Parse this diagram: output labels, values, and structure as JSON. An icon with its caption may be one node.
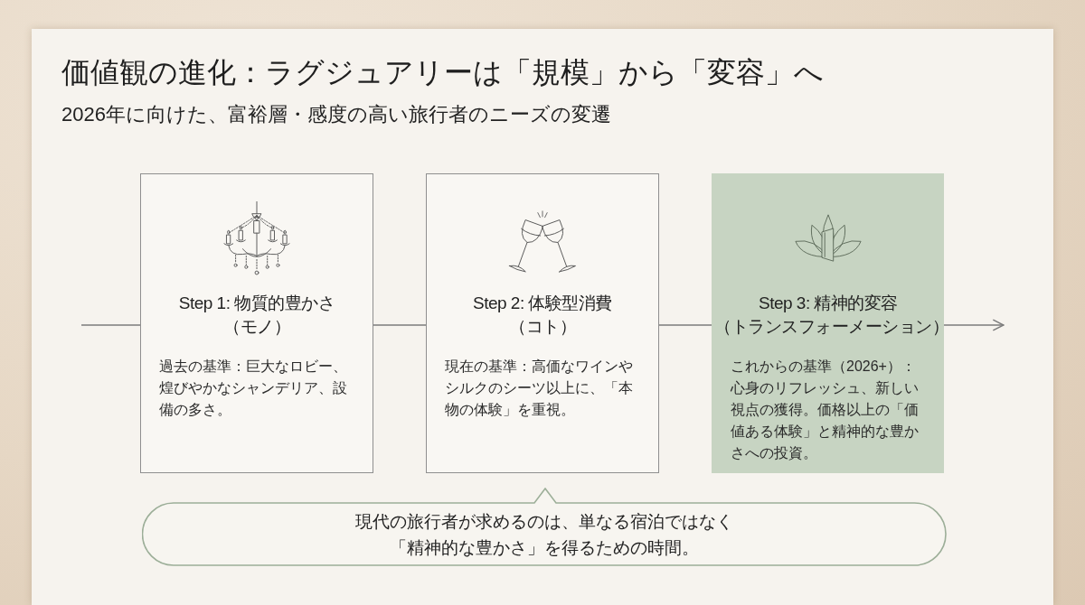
{
  "diagram": {
    "title": "価値観の進化：ラグジュアリーは「規模」から「変容」へ",
    "nodes": [
      {
        "text": [
          "Step 1: 物質的豊かさ（モノ）",
          "過去の基準：巨大なロビー、煌びやかなシャンデリア、設備の多さ。"
        ]
      },
      {
        "text": [
          "Step 2: 体験型消費（コト）",
          "現在の基準：高価なワインやシルクのシーツ以上に、「本物の体験」を重視。"
        ]
      },
      {
        "text": [
          "Step 3: 精神的変容（トランスフォーメーション）",
          "これからの基準（2026+）：心身のリフレッシュ、新しい視点の獲得。価格以上の「価値ある体験」と精神的な豊かさへの投資。"
        ]
      },
      {
        "text": [
          "現代の旅行者が求めるのは、単なる宿泊ではなく「精神的な豊かさ」を得るための時間。"
        ]
      }
    ],
    "edges": [
      {
        "from": null,
        "to": 0,
        "arrow": "none"
      },
      {
        "from": 0,
        "to": 1,
        "arrow": "none"
      },
      {
        "from": 1,
        "to": 2,
        "arrow": "none"
      },
      {
        "from": 2,
        "to": null,
        "arrow": "to"
      }
    ],
    "labels": [
      "2026年に向けた、富裕層・感度の高い旅行者のニーズの変遷"
    ]
  }
}
